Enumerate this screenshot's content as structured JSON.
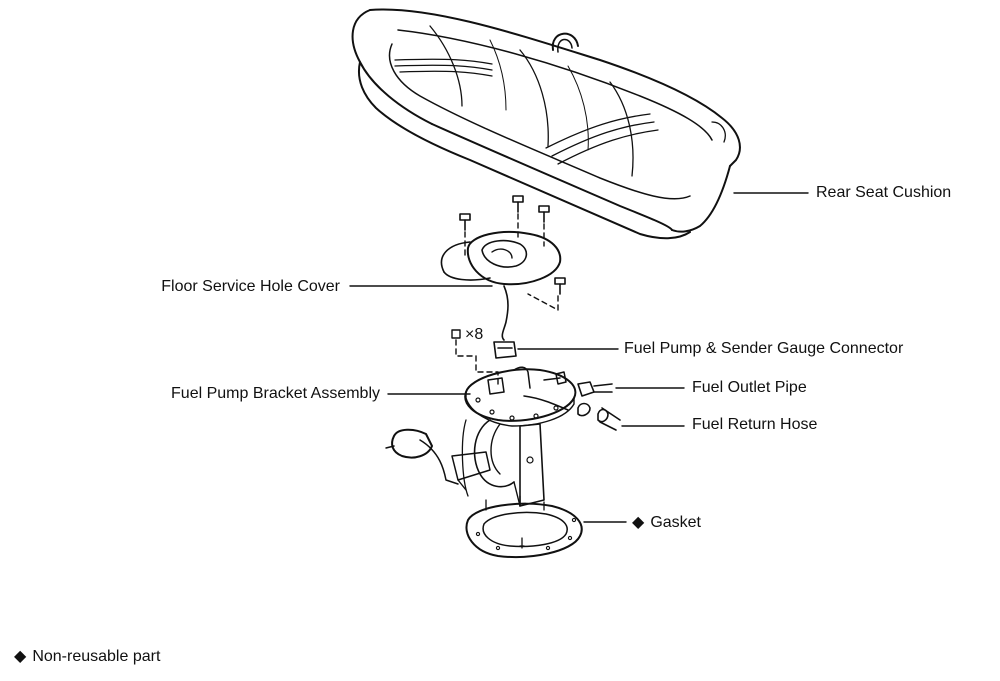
{
  "labels": {
    "rear_seat_cushion": "Rear Seat Cushion",
    "floor_service_hole_cover": "Floor Service Hole Cover",
    "fuel_pump_sender_gauge_connector": "Fuel Pump & Sender Gauge Connector",
    "fuel_pump_bracket_assembly": "Fuel Pump Bracket Assembly",
    "fuel_outlet_pipe": "Fuel Outlet Pipe",
    "fuel_return_hose": "Fuel Return Hose",
    "gasket": "Gasket",
    "bolt_qty": "×8"
  },
  "legend": {
    "symbol": "◆",
    "text": "Non-reusable part"
  },
  "non_reusable_symbol": "◆"
}
